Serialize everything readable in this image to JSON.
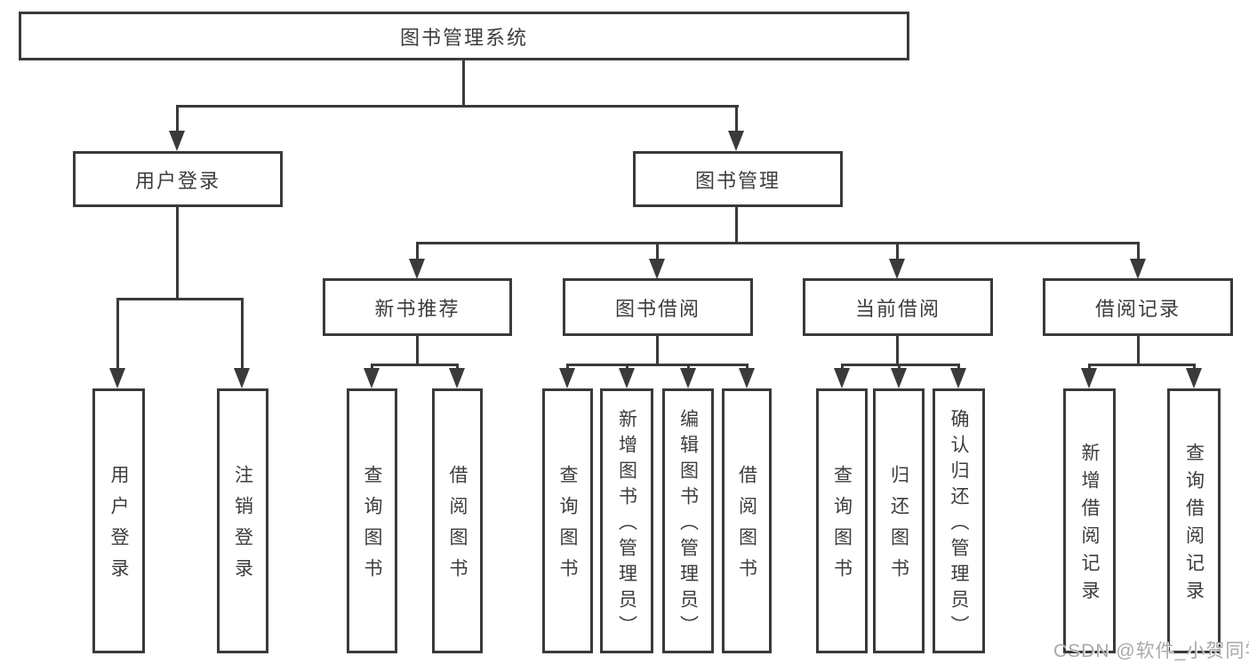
{
  "title": {
    "label": "图书管理系统"
  },
  "nodes": {
    "user_login": "用户登录",
    "book_mgmt": "图书管理",
    "new_books": "新书推荐",
    "book_borrow": "图书借阅",
    "current_borrow": "当前借阅",
    "borrow_records": "借阅记录"
  },
  "leaves": {
    "user_login": [
      "用户登录",
      "注销登录"
    ],
    "new_books": [
      "查询图书",
      "借阅图书"
    ],
    "book_borrow": [
      "查询图书",
      "新增图书（管理员）",
      "编辑图书（管理员）",
      "借阅图书"
    ],
    "current_borrow": [
      "查询图书",
      "归还图书",
      "确认归还（管理员）"
    ],
    "borrow_records": [
      "新增借阅记录",
      "查询借阅记录"
    ]
  },
  "watermark": "CSDN @软件_小贺同学",
  "colors": {
    "line": "#3a3a3a",
    "text": "#3d3d3d",
    "watermark": "#a9a9a9",
    "background": "#ffffff"
  }
}
